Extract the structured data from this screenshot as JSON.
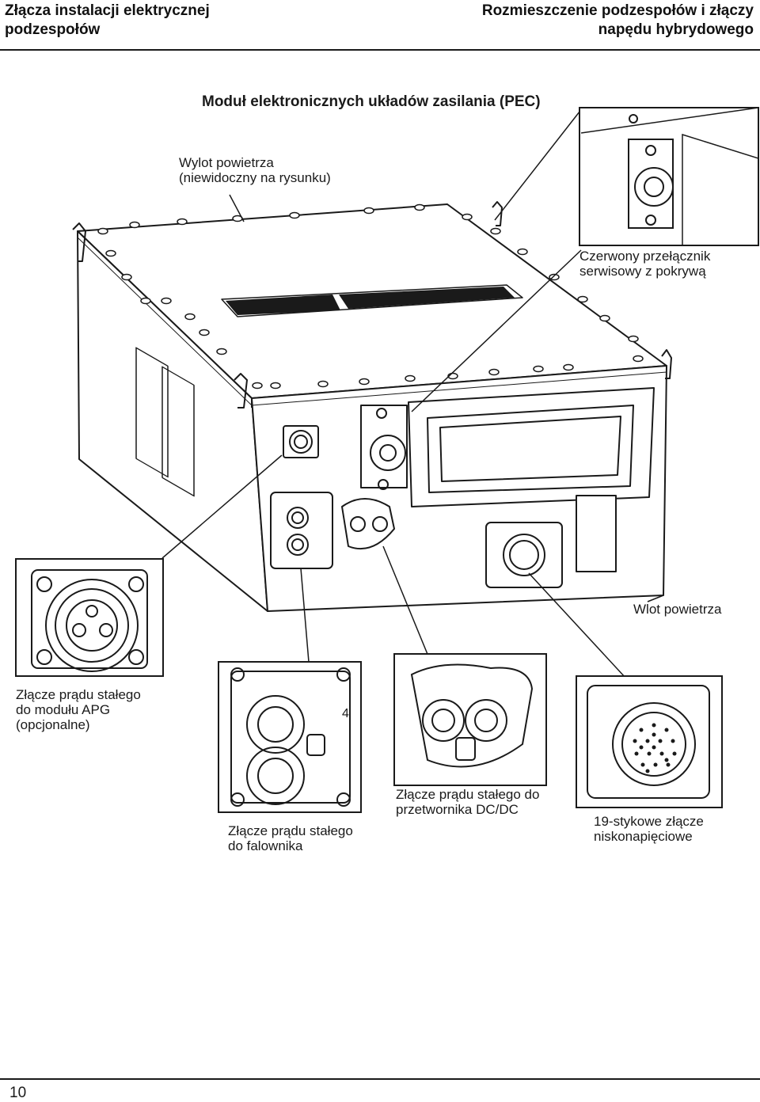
{
  "header": {
    "left_title_line1": "Złącza instalacji elektrycznej",
    "left_title_line2": "podzespołów",
    "right_title_line1": "Rozmieszczenie podzespołów i złączy",
    "right_title_line2": "napędu hybrydowego"
  },
  "figure": {
    "title": "Moduł elektronicznych układów zasilania (PEC)",
    "labels": {
      "air_outlet": "Wylot powietrza\n(niewidoczny na rysunku)",
      "service_switch": "Czerwony przełącznik\nserwisowy z pokrywą",
      "air_inlet": "Wlot powietrza",
      "apg_connector": "Złącze prądu stałego\ndo modułu APG\n(opcjonalne)",
      "inverter_connector": "Złącze prądu stałego\ndo falownika",
      "dcdc_connector": "Złącze prądu stałego do\nprzetwornika DC/DC",
      "lv_connector": "19-stykowe złącze\nniskonapięciowe"
    },
    "inset_marks": {
      "inverter_number": "4"
    }
  },
  "footer": {
    "page_number": "10"
  }
}
